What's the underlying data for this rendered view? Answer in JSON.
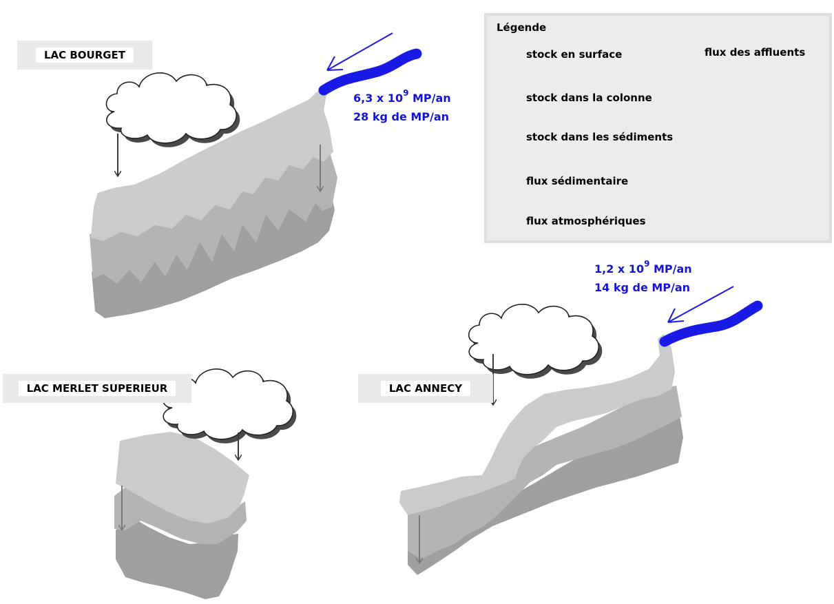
{
  "lakes": {
    "bourget": {
      "label": "LAC BOURGET",
      "flux_count": "6,3 x 10",
      "flux_exp": "9",
      "flux_count_unit": " MP/an",
      "flux_mass": "28 kg de MP/an"
    },
    "merlet": {
      "label": "LAC MERLET SUPERIEUR"
    },
    "annecy": {
      "label": "LAC ANNECY",
      "flux_count": "1,2 x 10",
      "flux_exp": "9",
      "flux_count_unit": " MP/an",
      "flux_mass": "14 kg de MP/an"
    }
  },
  "legend": {
    "title": "Légende",
    "surface": "stock en surface",
    "colonne": "stock dans la colonne",
    "sediments": "stock dans les sédiments",
    "flux_sed": "flux sédimentaire",
    "atmo": "flux atmosphériques",
    "affluents": "flux des affluents"
  },
  "colors": {
    "surface": "#cbcbcb",
    "colonne": "#b4b4b4",
    "sediments": "#9f9f9f",
    "flux_sed": "#7e7e7e",
    "affluent": "#1a1ae6",
    "text_blue": "#1414d6"
  }
}
